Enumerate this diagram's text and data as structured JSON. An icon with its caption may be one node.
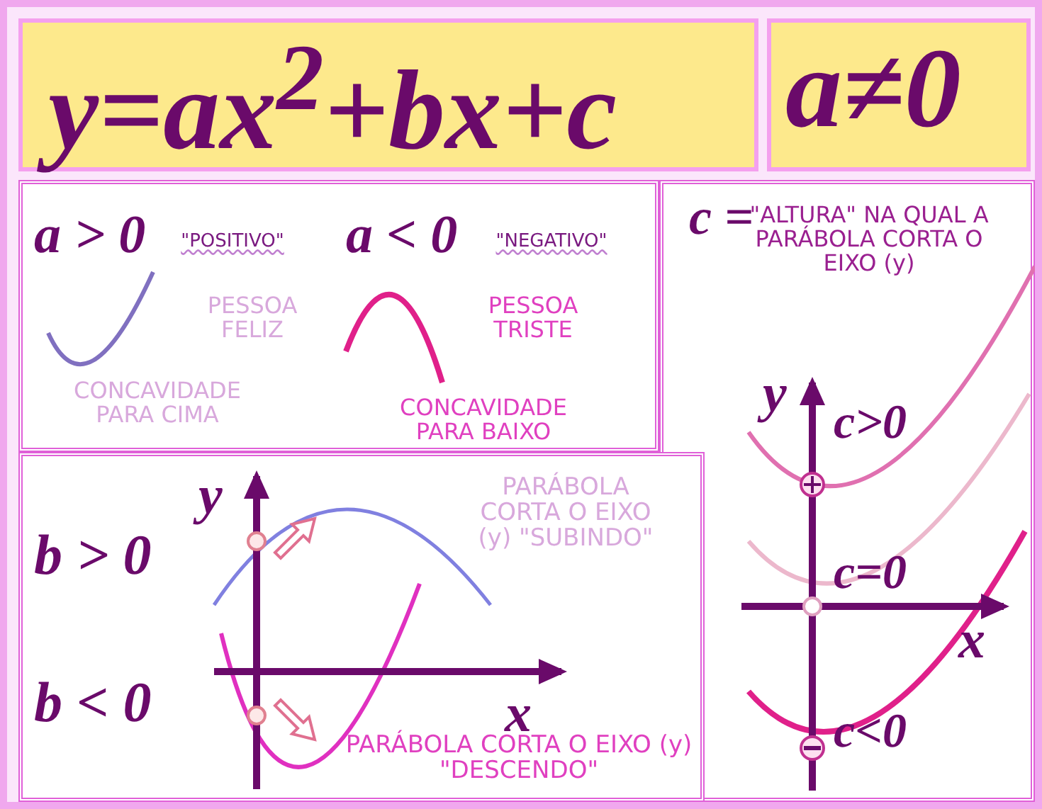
{
  "diagram": {
    "nodes": [
      {
        "text": [
          "y=ax$^{2}$+bx+c"
        ]
      },
      {
        "text": [
          "a≠0"
        ]
      },
      {
        "text": [
          "a > 0",
          "\"POSITIVO\"",
          "PESSOA FELIZ",
          "CONCAVIDADE PARA CIMA",
          "a < 0",
          "\"NEGATIVO\"",
          "PESSOA TRISTE",
          "CONCAVIDADE PARA BAIXO"
        ]
      },
      {
        "text": [
          "c =",
          "\"ALTURA\" NA QUAL A PARÁBOLA CORTA O EIXO (y)",
          "c>0",
          "c=0",
          "c<0"
        ]
      },
      {
        "text": [
          "b > 0",
          "b < 0",
          "PARÁBOLA CORTA O EIXO (y) \"SUBINDO\"",
          "PARÁBOLA CORTA O EIXO (y) \"DESCENDO\""
        ]
      }
    ],
    "labels": [
      "y",
      "y",
      "x",
      "x"
    ]
  }
}
